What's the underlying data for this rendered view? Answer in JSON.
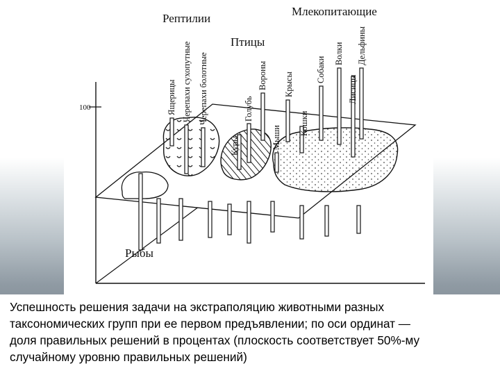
{
  "diagram": {
    "groups": {
      "reptiles": "Рептилии",
      "mammals": "Млекопитающие",
      "birds": "Птицы",
      "fish": "Рыбы"
    },
    "y_tick": "100",
    "species": {
      "lizards": "Ящерицы",
      "land_turtles": "Черепахи сухопутные",
      "swamp_turtles": "Черепахи болотные",
      "pigeon": "Голубь",
      "chickens": "Куры",
      "crows": "Вороны",
      "mice": "Мыши",
      "rats": "Крысы",
      "cats": "Кошки",
      "dogs": "Собаки",
      "wolves": "Волки",
      "foxes": "Лисицы",
      "dolphins": "Дельфины"
    }
  },
  "caption": {
    "line1": "Успешность решения задачи на экстраполяцию животными разных",
    "line2": "таксономических групп при ее первом предъявлении; по оси ординат —",
    "line3": "доля правильных решений в процентах (плоскость соответствует 50%-му",
    "line4": "случайному уровню правильных решений)"
  }
}
